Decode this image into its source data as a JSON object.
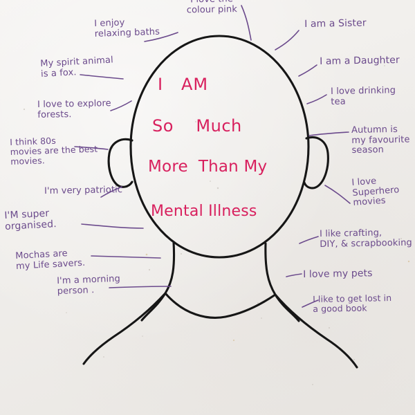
{
  "image": {
    "kind": "hand-drawn-poster",
    "medium": "pen on paper photograph",
    "background_color": "#f2f0ed",
    "outline_color": "#161616",
    "pink_ink_color": "#d8205e",
    "purple_ink_color": "#6b4a8c"
  },
  "center_message": {
    "line1": "I   AM",
    "line2": "So    Much",
    "line3": "More  Than My",
    "line4": "Mental Illness",
    "full_text": "I AM So Much More Than My Mental Illness"
  },
  "figure": {
    "description": "outline drawing of a head, ears, neck and shoulders",
    "parts": [
      "head-oval",
      "left-ear",
      "right-ear",
      "neck",
      "left-shoulder",
      "right-shoulder"
    ]
  },
  "annotations": {
    "top": [
      {
        "id": "colour-pink",
        "text": "I love the\ncolour pink",
        "side": "top"
      }
    ],
    "left": [
      {
        "id": "relaxing-baths",
        "text": "I enjoy\nrelaxing baths"
      },
      {
        "id": "spirit-animal",
        "text": "My spirit animal\nis a fox."
      },
      {
        "id": "explore-forests",
        "text": "I love to explore\nforests."
      },
      {
        "id": "eighties-movies",
        "text": "I think 80s\nmovies are the best\nmovies."
      },
      {
        "id": "patriotic",
        "text": "I'm very patriotic"
      },
      {
        "id": "super-organised",
        "text": "I'M super\norganised."
      },
      {
        "id": "mochas",
        "text": "Mochas are\nmy Life savers."
      },
      {
        "id": "morning-person",
        "text": "I'm a morning\nperson ."
      }
    ],
    "right": [
      {
        "id": "sister",
        "text": "I am a Sister"
      },
      {
        "id": "daughter",
        "text": "I am a Daughter"
      },
      {
        "id": "drinking-tea",
        "text": "I love drinking\ntea"
      },
      {
        "id": "autumn",
        "text": "Autumn is\nmy favourite\nseason"
      },
      {
        "id": "superhero-movies",
        "text": "I love\nSuperhero\nmovies"
      },
      {
        "id": "crafting",
        "text": "I like crafting,\nDIY, & scrapbooking"
      },
      {
        "id": "pets",
        "text": "I love my pets"
      },
      {
        "id": "good-book",
        "text": "I like to get lost in\na good book"
      }
    ]
  }
}
